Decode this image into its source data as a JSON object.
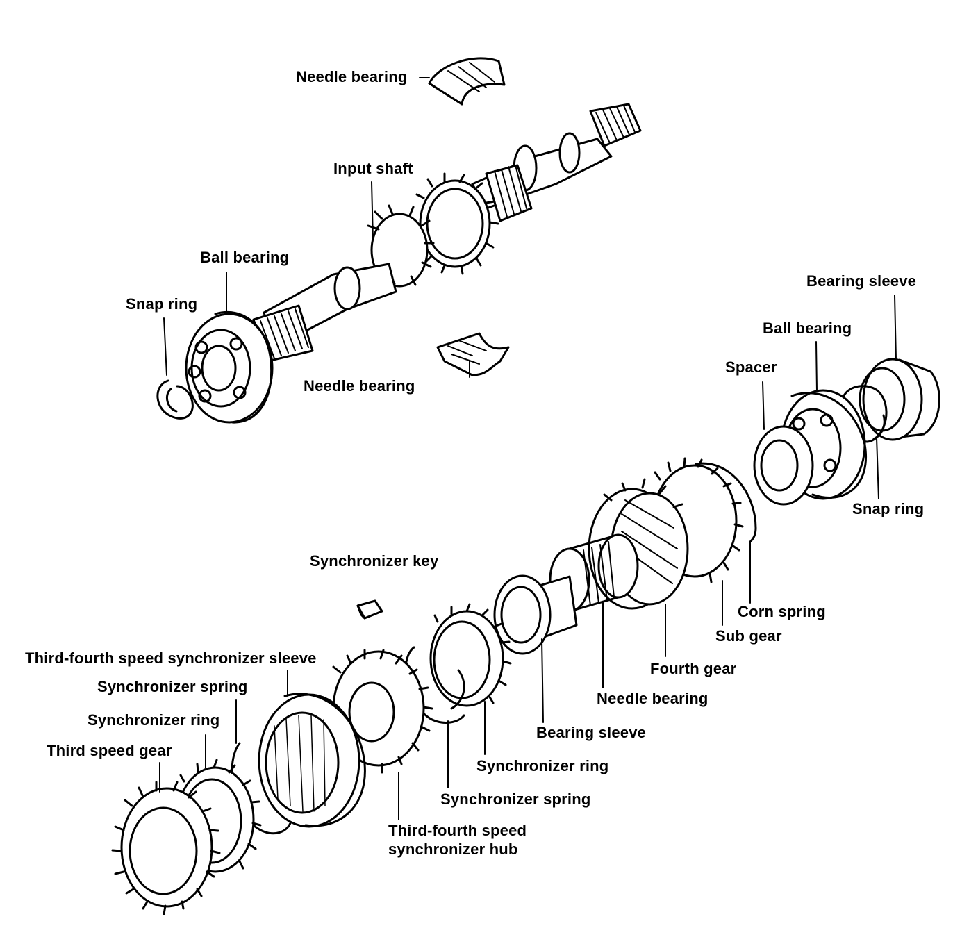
{
  "labels": {
    "needle_bearing_top": "Needle  bearing",
    "input_shaft": "Input shaft",
    "ball_bearing_left": "Ball bearing",
    "snap_ring_left": "Snap ring",
    "needle_bearing_mid": "Needle  bearing",
    "bearing_sleeve_right": "Bearing  sleeve",
    "ball_bearing_right": "Ball bearing",
    "spacer": "Spacer",
    "snap_ring_right": "Snap ring",
    "synchronizer_key": "Synchronizer key",
    "corn_spring": "Corn  spring",
    "sub_gear": "Sub gear",
    "fourth_gear": "Fourth gear",
    "needle_bearing_lower": "Needle  bearing",
    "bearing_sleeve_lower": "Bearing  sleeve",
    "sleeve_34": "Third-fourth speed synchronizer sleeve",
    "sync_spring_left": "Synchronizer spring",
    "sync_ring_left": "Synchronizer ring",
    "third_speed_gear": "Third speed gear",
    "sync_ring_right": "Synchronizer ring",
    "sync_spring_right": "Synchronizer spring",
    "hub_34_line1": "Third-fourth speed",
    "hub_34_line2": "synchronizer hub"
  },
  "colors": {
    "ink": "#000000",
    "paper": "#ffffff"
  }
}
